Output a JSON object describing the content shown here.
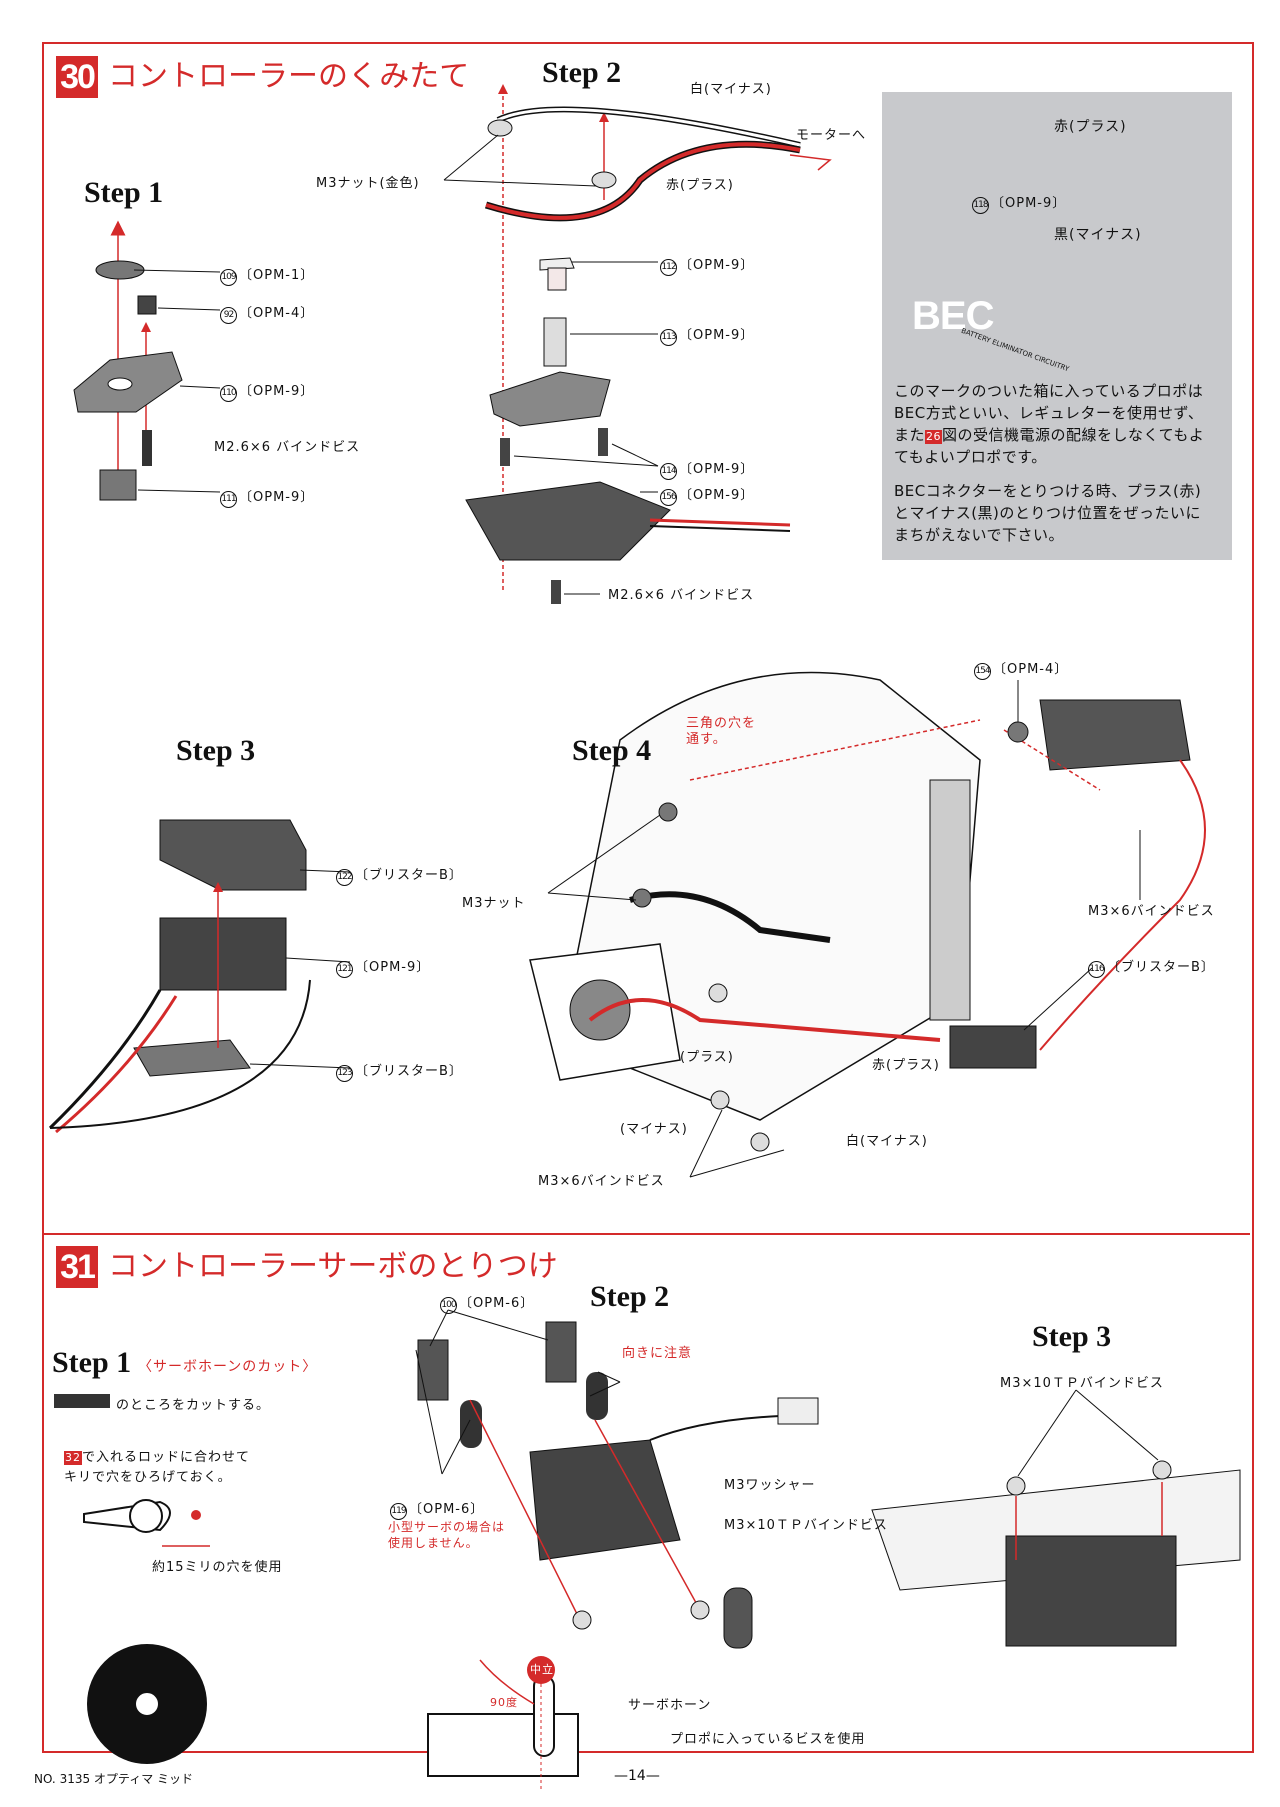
{
  "sec30": {
    "num": "30",
    "title": "コントローラーのくみたて"
  },
  "sec31": {
    "num": "31",
    "title": "コントローラーサーボのとりつけ"
  },
  "s30": {
    "step1": {
      "title": "Step 1",
      "l109": "109",
      "r109": "〔OPM-1〕",
      "l92": "92",
      "r92": "〔OPM-4〕",
      "l110": "110",
      "r110": "〔OPM-9〕",
      "screw": "M2.6×6 バインドビス",
      "l111": "111",
      "r111": "〔OPM-9〕"
    },
    "step2": {
      "title": "Step 2",
      "white": "白(マイナス)",
      "motor": "モーターへ",
      "nut": "M3ナット(金色)",
      "red": "赤(プラス)",
      "l112": "112",
      "r112": "〔OPM-9〕",
      "l113": "113",
      "r113": "〔OPM-9〕",
      "l114": "114",
      "r114": "〔OPM-9〕",
      "l156": "156",
      "r156": "〔OPM-9〕",
      "screw": "M2.6×6 バインドビス"
    },
    "bec": {
      "plus": "赤(プラス)",
      "l118": "118",
      "r118": "〔OPM-9〕",
      "minus": "黒(マイナス)",
      "logo": "BEC",
      "ring": "BATTERY ELIMINATOR CIRCUITRY",
      "p1a": "このマークのついた箱に入っているプロポは",
      "p1b": "BEC方式といい、レギュレターを使用せず、",
      "p1c1": "また",
      "p1c_badge": "26",
      "p1c2": "図の受信機電源の配線をしなくてもよ",
      "p1d": "てもよいプロポです。",
      "p2a": "BECコネクターをとりつける時、プラス(赤)",
      "p2b": "とマイナス(黒)のとりつけ位置をぜったいに",
      "p2c": "まちがえないで下さい。"
    },
    "step3": {
      "title": "Step 3",
      "l122": "122",
      "r122": "〔ブリスターB〕",
      "l121": "121",
      "r121": "〔OPM-9〕",
      "l123": "123",
      "r123": "〔ブリスターB〕"
    },
    "step4": {
      "title": "Step 4",
      "hint1": "三角の穴を",
      "hint2": "通す。",
      "l154": "154",
      "r154": "〔OPM-4〕",
      "nut": "M3ナット",
      "screwR": "M3×6バインドビス",
      "l116": "116",
      "r116": "〔ブリスターB〕",
      "plus": "(プラス)",
      "redplus": "赤(プラス)",
      "minus": "(マイナス)",
      "white": "白(マイナス)",
      "screwB": "M3×6バインドビス"
    }
  },
  "s31": {
    "step1": {
      "title": "Step 1",
      "sub": "〈サーボホーンのカット〉",
      "cut": "のところをカットする。",
      "note_badge": "32",
      "note1": "で入れるロッドに合わせて",
      "note2": "キリで穴をひろげておく。",
      "hole": "約15ミリの穴を使用"
    },
    "step2": {
      "title": "Step 2",
      "l100": "100",
      "r100": "〔OPM-6〕",
      "dir": "向きに注意",
      "l119": "119",
      "r119": "〔OPM-6〕",
      "small1": "小型サーボの場合は",
      "small2": "使用しません。",
      "washer": "M3ワッシャー",
      "screw": "M3×10ＴＰバインドビス",
      "neutral": "中立",
      "deg": "90度",
      "horn": "サーボホーン",
      "propo": "プロポに入っているビスを使用"
    },
    "step3": {
      "title": "Step 3",
      "screw": "M3×10ＴＰバインドビス"
    }
  },
  "footer": {
    "model": "NO. 3135 オプティマ ミッド",
    "page": "—14—"
  },
  "colors": {
    "accent": "#d42a2a",
    "panel": "#c8c9cc"
  }
}
